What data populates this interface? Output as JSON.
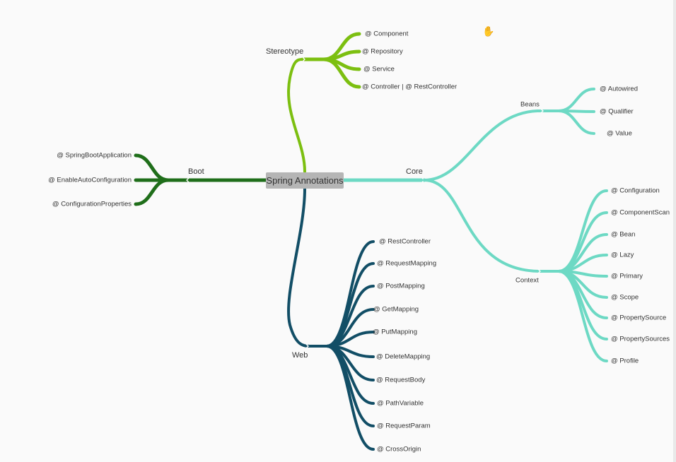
{
  "root": {
    "label": "Spring Annotations"
  },
  "colors": {
    "stereotype": "#7cbf10",
    "core": "#6dd9c4",
    "boot": "#1f6e1a",
    "web": "#124e66",
    "leaf_text": "#333333",
    "branch_text": "#333333"
  },
  "branches": [
    {
      "key": "stereotype",
      "label": "Stereotype",
      "children": [
        {
          "label": "@ Component"
        },
        {
          "label": "@ Repository"
        },
        {
          "label": "@ Service"
        },
        {
          "label": "@ Controller | @ RestController"
        }
      ]
    },
    {
      "key": "boot",
      "label": "Boot",
      "children": [
        {
          "label": "@ SpringBootApplication"
        },
        {
          "label": "@ EnableAutoConfiguration"
        },
        {
          "label": "@ ConfigurationProperties"
        }
      ]
    },
    {
      "key": "core",
      "label": "Core",
      "children": [
        {
          "label": "Beans",
          "children": [
            {
              "label": "@ Autowired"
            },
            {
              "label": "@ Qualifier"
            },
            {
              "label": "@ Value"
            }
          ]
        },
        {
          "label": "Context",
          "children": [
            {
              "label": "@ Configuration"
            },
            {
              "label": "@ ComponentScan"
            },
            {
              "label": "@ Bean"
            },
            {
              "label": "@ Lazy"
            },
            {
              "label": "@ Primary"
            },
            {
              "label": "@ Scope"
            },
            {
              "label": "@ PropertySource"
            },
            {
              "label": "@ PropertySources"
            },
            {
              "label": "@ Profile"
            }
          ]
        }
      ]
    },
    {
      "key": "web",
      "label": "Web",
      "children": [
        {
          "label": "@ RestController"
        },
        {
          "label": "@ RequestMapping"
        },
        {
          "label": "@ PostMapping"
        },
        {
          "label": "@ GetMapping"
        },
        {
          "label": "@ PutMapping"
        },
        {
          "label": "@ DeleteMapping"
        },
        {
          "label": "@ RequestBody"
        },
        {
          "label": "@ PathVariable"
        },
        {
          "label": "@ RequestParam"
        },
        {
          "label": "@ CrossOrigin"
        }
      ]
    }
  ],
  "cursor_icon": "hand-pointer-icon"
}
